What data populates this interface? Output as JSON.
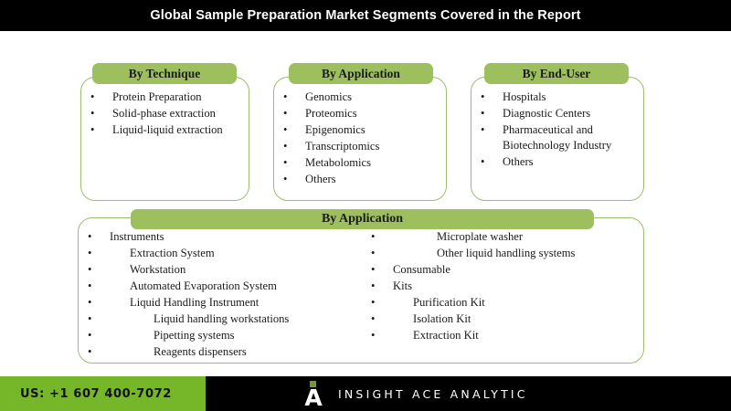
{
  "header": {
    "title": "Global Sample Preparation Market Segments Covered in the Report",
    "background_color": "#000000",
    "text_color": "#ffffff"
  },
  "theme": {
    "badge_green": "#9dbf5e",
    "card_border_green": "#9cbd6c",
    "footer_green": "#76b72a",
    "logo_dot_green": "#6f9c2f"
  },
  "cards": [
    {
      "badge_label": "By Technique",
      "items": [
        "Protein Preparation",
        "Solid-phase extraction",
        "Liquid-liquid extraction"
      ]
    },
    {
      "badge_label": "By Application",
      "items": [
        "Genomics",
        "Proteomics",
        "Epigenomics",
        "Transcriptomics",
        "Metabolomics",
        "Others"
      ]
    },
    {
      "badge_label": "By  End-User",
      "items": [
        "Hospitals",
        "Diagnostic Centers",
        "Pharmaceutical and Biotechnology Industry",
        "Others"
      ]
    }
  ],
  "bottom_card": {
    "badge_label": "By Application",
    "left_column": {
      "level1": "Instruments",
      "level2": [
        "Extraction System",
        "Workstation",
        "Automated Evaporation System",
        "Liquid Handling Instrument"
      ],
      "level3": [
        "Liquid handling workstations",
        "Pipetting systems",
        "Reagents dispensers"
      ]
    },
    "right_column": {
      "level3_top": [
        "Microplate washer",
        "Other liquid handling systems"
      ],
      "level1": [
        "Consumable",
        "Kits"
      ],
      "level2_kits": [
        "Purification Kit",
        "Isolation Kit",
        "Extraction Kit"
      ]
    }
  },
  "footer": {
    "phone": "US: +1 607 400-7072",
    "brand_name": "INSIGHT ACE ANALYTIC",
    "logo_letter": "A"
  },
  "bullet_glyph": "•"
}
